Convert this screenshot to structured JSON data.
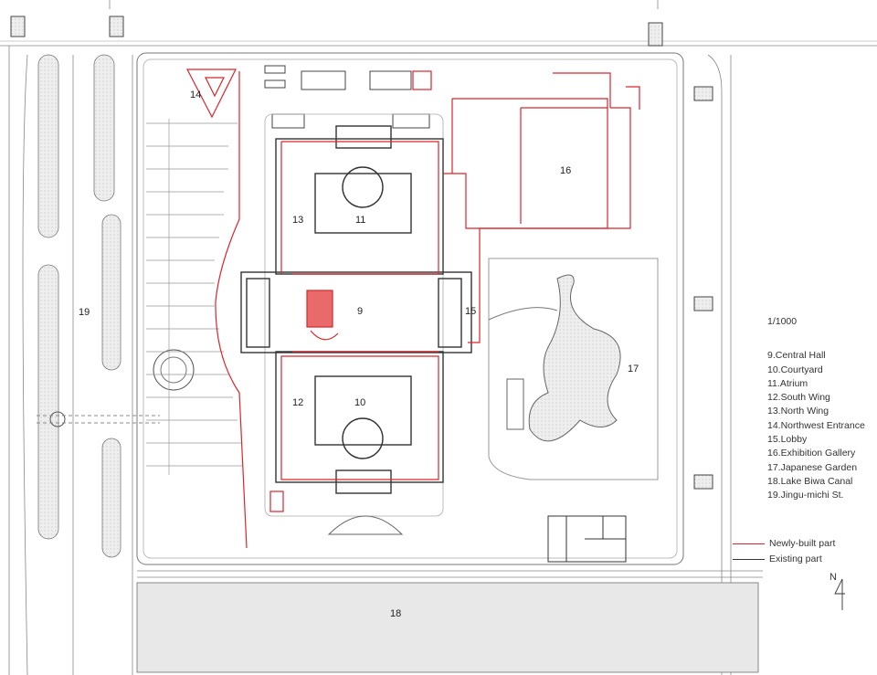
{
  "plan": {
    "scale": "1/1000",
    "labels": {
      "n9": "9",
      "n10": "10",
      "n11": "11",
      "n12": "12",
      "n13": "13",
      "n14": "14",
      "n15": "15",
      "n16": "16",
      "n17": "17",
      "n18": "18",
      "n19": "19"
    },
    "rooms": [
      "9.Central Hall",
      "10.Courtyard",
      "11.Atrium",
      "12.South Wing",
      "13.North Wing",
      "14.Northwest Entrance",
      "15.Lobby",
      "16.Exhibition Gallery",
      "17.Japanese Garden",
      "18.Lake Biwa Canal",
      "19.Jingu-michi St."
    ],
    "legend": {
      "new": "Newly-built part",
      "existing": "Existing part"
    },
    "north": "N",
    "colors": {
      "new": "#d9262b",
      "existing": "#333333",
      "fill": "#e6e6e6"
    }
  }
}
